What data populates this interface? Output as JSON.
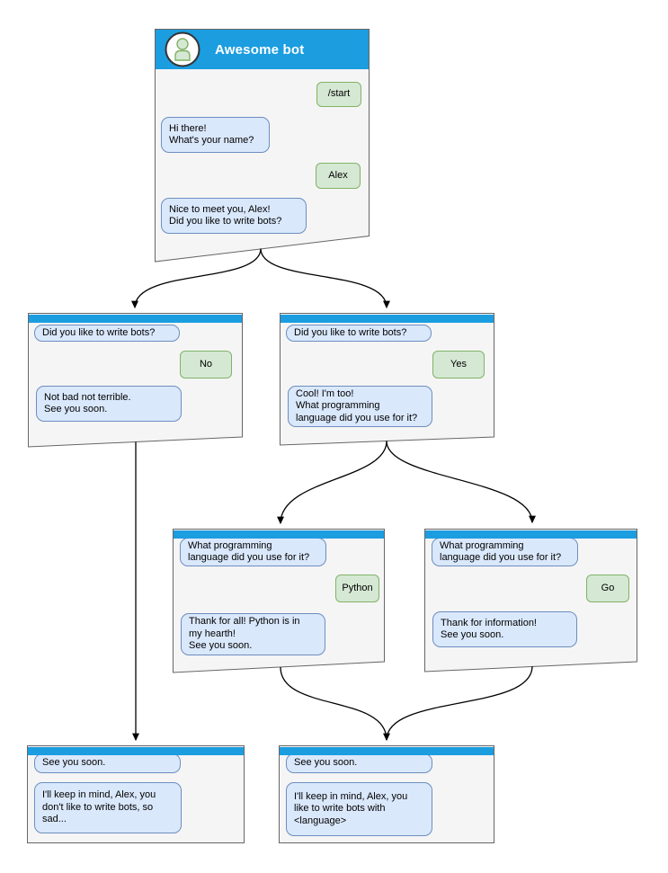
{
  "colors": {
    "header_bar": "#1b9de0",
    "window_body": "#f5f5f5",
    "window_border": "#666666",
    "bot_bubble_fill": "#dae8fc",
    "bot_bubble_border": "#6c8ebf",
    "user_bubble_fill": "#d5e8d4",
    "user_bubble_border": "#82b366",
    "arrow": "#000000",
    "title_text": "#ffffff",
    "avatar_ring": "#333333"
  },
  "windows": [
    {
      "key": "main",
      "title": "Awesome bot",
      "messages": [
        {
          "side": "user",
          "text": "/start"
        },
        {
          "side": "bot",
          "text": "Hi there!\nWhat's your name?"
        },
        {
          "side": "user",
          "text": "Alex"
        },
        {
          "side": "bot",
          "text": "Nice to meet you, Alex!\nDid you like to write bots?"
        }
      ]
    },
    {
      "key": "branch-no",
      "messages": [
        {
          "side": "bot",
          "text": "Did you like to write bots?"
        },
        {
          "side": "user",
          "text": "No"
        },
        {
          "side": "bot",
          "text": "Not bad not terrible.\nSee you soon."
        }
      ]
    },
    {
      "key": "branch-yes",
      "messages": [
        {
          "side": "bot",
          "text": "Did you like to write bots?"
        },
        {
          "side": "user",
          "text": "Yes"
        },
        {
          "side": "bot",
          "text": "Cool! I'm too!\nWhat programming\nlanguage did you use for it?"
        }
      ]
    },
    {
      "key": "branch-python",
      "messages": [
        {
          "side": "bot",
          "text": "What programming\nlanguage did you use for it?"
        },
        {
          "side": "user",
          "text": "Python"
        },
        {
          "side": "bot",
          "text": "Thank for all! Python is in\nmy hearth!\nSee you soon."
        }
      ]
    },
    {
      "key": "branch-go",
      "messages": [
        {
          "side": "bot",
          "text": "What programming\nlanguage did you use for it?"
        },
        {
          "side": "user",
          "text": "Go"
        },
        {
          "side": "bot",
          "text": "Thank for information!\nSee you soon."
        }
      ]
    },
    {
      "key": "end-no",
      "messages": [
        {
          "side": "bot",
          "text": "See you soon."
        },
        {
          "side": "bot",
          "text": "I'll keep in mind, Alex, you\ndon't like to write bots, so\nsad..."
        }
      ]
    },
    {
      "key": "end-yes",
      "messages": [
        {
          "side": "bot",
          "text": "See you soon."
        },
        {
          "side": "bot",
          "text": "I'll keep in mind, Alex, you\nlike to write bots with\n<language>"
        }
      ]
    }
  ]
}
